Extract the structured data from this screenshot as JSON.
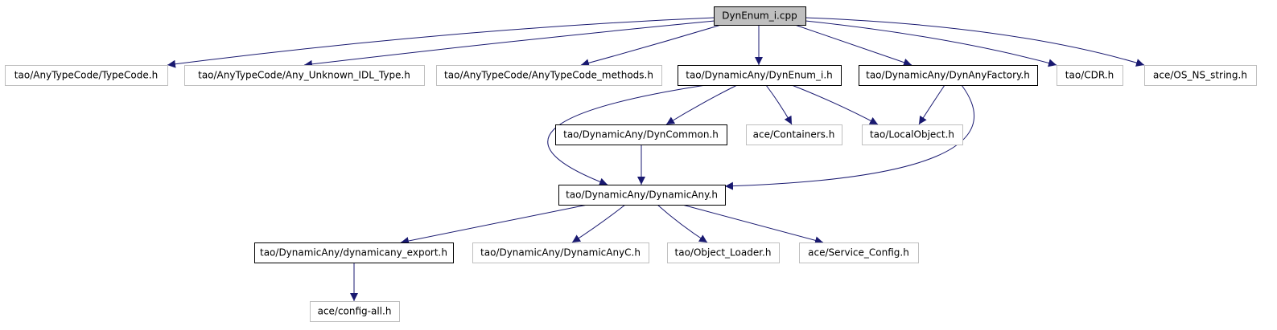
{
  "graph": {
    "nodes": {
      "root": {
        "label": "DynEnum_i.cpp",
        "style": "root"
      },
      "typecode": {
        "label": "tao/AnyTypeCode/TypeCode.h",
        "style": "external"
      },
      "any_unknown": {
        "label": "tao/AnyTypeCode/Any_Unknown_IDL_Type.h",
        "style": "external"
      },
      "anytypecode_methods": {
        "label": "tao/AnyTypeCode/AnyTypeCode_methods.h",
        "style": "external"
      },
      "dynenum_i_h": {
        "label": "tao/DynamicAny/DynEnum_i.h",
        "style": "documented"
      },
      "dynanyfactory_h": {
        "label": "tao/DynamicAny/DynAnyFactory.h",
        "style": "documented"
      },
      "cdr_h": {
        "label": "tao/CDR.h",
        "style": "external"
      },
      "os_ns_string_h": {
        "label": "ace/OS_NS_string.h",
        "style": "external"
      },
      "dyncommon_h": {
        "label": "tao/DynamicAny/DynCommon.h",
        "style": "documented"
      },
      "containers_h": {
        "label": "ace/Containers.h",
        "style": "external"
      },
      "localobject_h": {
        "label": "tao/LocalObject.h",
        "style": "external"
      },
      "dynamicany_h": {
        "label": "tao/DynamicAny/DynamicAny.h",
        "style": "documented"
      },
      "dynamicany_export_h": {
        "label": "tao/DynamicAny/dynamicany_export.h",
        "style": "documented"
      },
      "dynamicanyc_h": {
        "label": "tao/DynamicAny/DynamicAnyC.h",
        "style": "external"
      },
      "object_loader_h": {
        "label": "tao/Object_Loader.h",
        "style": "external"
      },
      "service_config_h": {
        "label": "ace/Service_Config.h",
        "style": "external"
      },
      "config_all_h": {
        "label": "ace/config-all.h",
        "style": "external"
      }
    },
    "edges": [
      [
        "root",
        "typecode"
      ],
      [
        "root",
        "any_unknown"
      ],
      [
        "root",
        "anytypecode_methods"
      ],
      [
        "root",
        "dynenum_i_h"
      ],
      [
        "root",
        "dynanyfactory_h"
      ],
      [
        "root",
        "cdr_h"
      ],
      [
        "root",
        "os_ns_string_h"
      ],
      [
        "dynenum_i_h",
        "dyncommon_h"
      ],
      [
        "dynenum_i_h",
        "containers_h"
      ],
      [
        "dynenum_i_h",
        "localobject_h"
      ],
      [
        "dynenum_i_h",
        "dynamicany_h"
      ],
      [
        "dynanyfactory_h",
        "localobject_h"
      ],
      [
        "dynanyfactory_h",
        "dynamicany_h"
      ],
      [
        "dyncommon_h",
        "dynamicany_h"
      ],
      [
        "dynamicany_h",
        "dynamicany_export_h"
      ],
      [
        "dynamicany_h",
        "dynamicanyc_h"
      ],
      [
        "dynamicany_h",
        "object_loader_h"
      ],
      [
        "dynamicany_h",
        "service_config_h"
      ],
      [
        "dynamicany_export_h",
        "config_all_h"
      ]
    ],
    "colors": {
      "edge": "#191970",
      "documented_border": "#000000",
      "external_border": "#bfbfbf",
      "root_fill": "#bfbfbf",
      "node_fill": "#ffffff",
      "text": "#000000"
    }
  }
}
